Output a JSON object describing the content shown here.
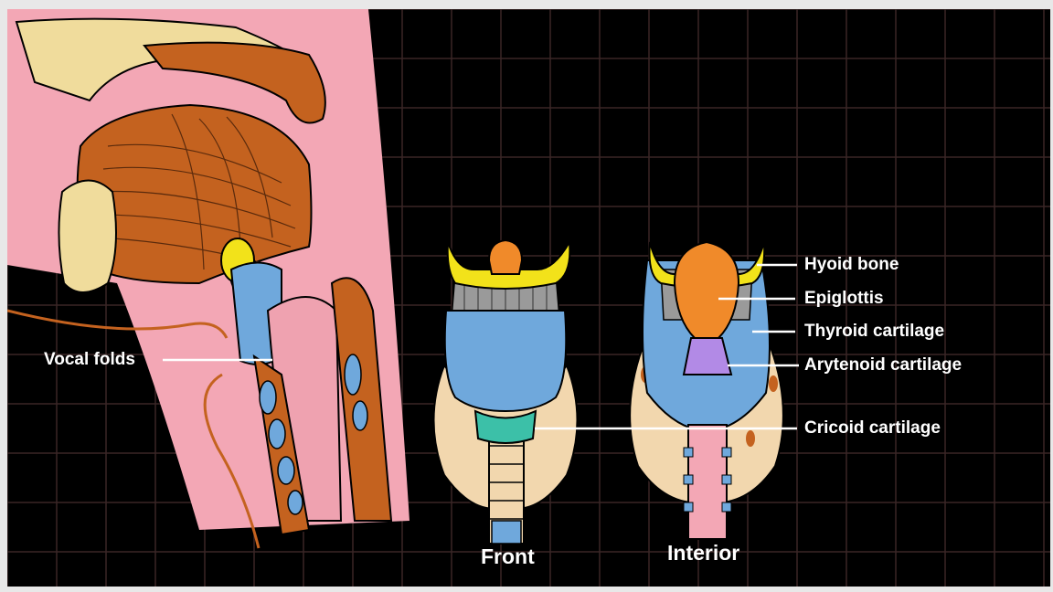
{
  "labels": {
    "vocal_folds": "Vocal folds",
    "hyoid_bone": "Hyoid bone",
    "epiglottis": "Epiglottis",
    "thyroid_cartilage": "Thyroid cartilage",
    "arytenoid_cartilage": "Arytenoid cartilage",
    "cricoid_cartilage": "Cricoid cartilage"
  },
  "captions": {
    "front": "Front",
    "interior": "Interior"
  },
  "colors": {
    "background": "#000000",
    "grid": "#3a2626",
    "hyoid": "#f2e21a",
    "epiglottis": "#f08a2a",
    "thyroid": "#6fa8dc",
    "arytenoid": "#b28ae6",
    "cricoid": "#3cc0a8",
    "thyroid_gland": "#f2d7ae",
    "muscle": "#c4621f",
    "mucosa": "#f3a7b5"
  }
}
